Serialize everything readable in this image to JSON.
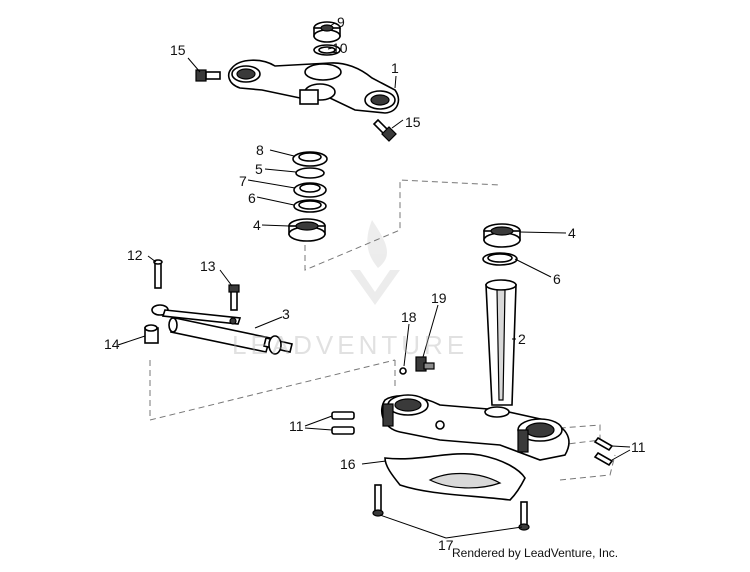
{
  "watermark": "LEADVENTURE",
  "credit": "Rendered by LeadVenture, Inc.",
  "callouts": {
    "c1": "1",
    "c2": "2",
    "c3": "3",
    "c4a": "4",
    "c4b": "4",
    "c5": "5",
    "c6a": "6",
    "c6b": "6",
    "c7": "7",
    "c8": "8",
    "c9": "9",
    "c10": "10",
    "c11a": "11",
    "c11b": "11",
    "c12": "12",
    "c13": "13",
    "c14": "14",
    "c15a": "15",
    "c15b": "15",
    "c16": "16",
    "c17": "17",
    "c18": "18",
    "c19": "19"
  }
}
